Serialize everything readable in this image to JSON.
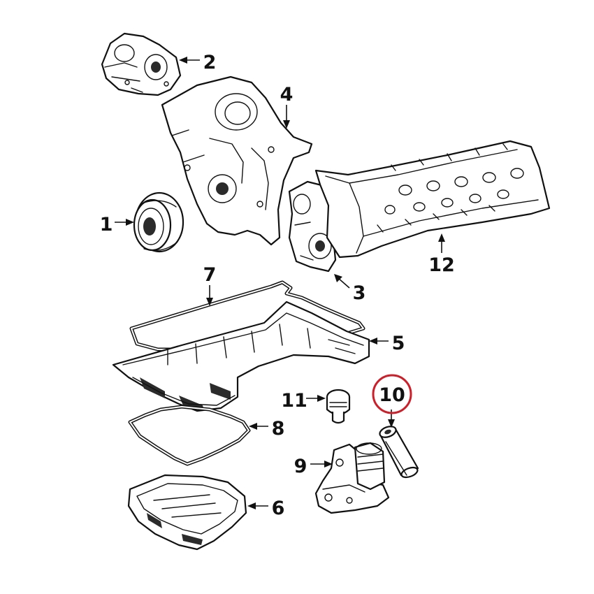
{
  "callouts": [
    {
      "id": "1",
      "label": "1"
    },
    {
      "id": "2",
      "label": "2"
    },
    {
      "id": "3",
      "label": "3"
    },
    {
      "id": "4",
      "label": "4"
    },
    {
      "id": "5",
      "label": "5"
    },
    {
      "id": "6",
      "label": "6"
    },
    {
      "id": "7",
      "label": "7"
    },
    {
      "id": "8",
      "label": "8"
    },
    {
      "id": "9",
      "label": "9"
    },
    {
      "id": "10",
      "label": "10"
    },
    {
      "id": "11",
      "label": "11"
    },
    {
      "id": "12",
      "label": "12"
    }
  ],
  "highlighted_callout": "10",
  "colors": {
    "line": "#111111",
    "background": "#ffffff",
    "highlight": "#cc1f2a"
  }
}
